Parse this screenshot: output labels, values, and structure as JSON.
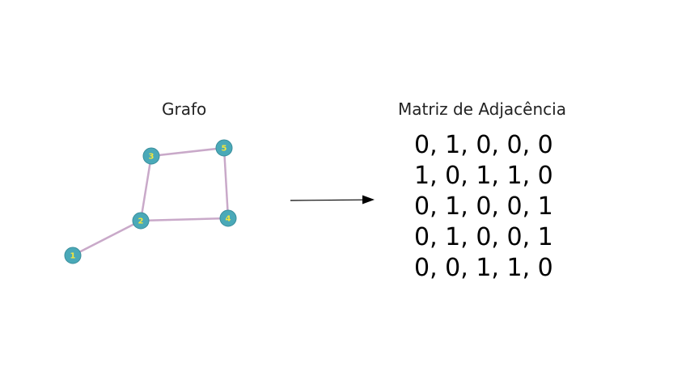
{
  "graph": {
    "title": "Grafo",
    "colors": {
      "node_fill": "#4aa9b8",
      "node_stroke": "#3a8e9c",
      "node_label": "#f2e63d",
      "edge": "#c9a9c9"
    },
    "nodes": [
      {
        "label": "1"
      },
      {
        "label": "2"
      },
      {
        "label": "3"
      },
      {
        "label": "4"
      },
      {
        "label": "5"
      }
    ],
    "edges": [
      [
        "1",
        "2"
      ],
      [
        "2",
        "3"
      ],
      [
        "2",
        "4"
      ],
      [
        "3",
        "5"
      ],
      [
        "4",
        "5"
      ]
    ]
  },
  "arrow": {
    "color": "#000000"
  },
  "matrix": {
    "title": "Matriz de Adjacência",
    "rows": [
      "0, 1, 0, 0, 0",
      "1, 0, 1, 1, 0",
      "0, 1, 0, 0, 1",
      "0, 1, 0, 0, 1",
      "0, 0, 1, 1, 0"
    ]
  }
}
